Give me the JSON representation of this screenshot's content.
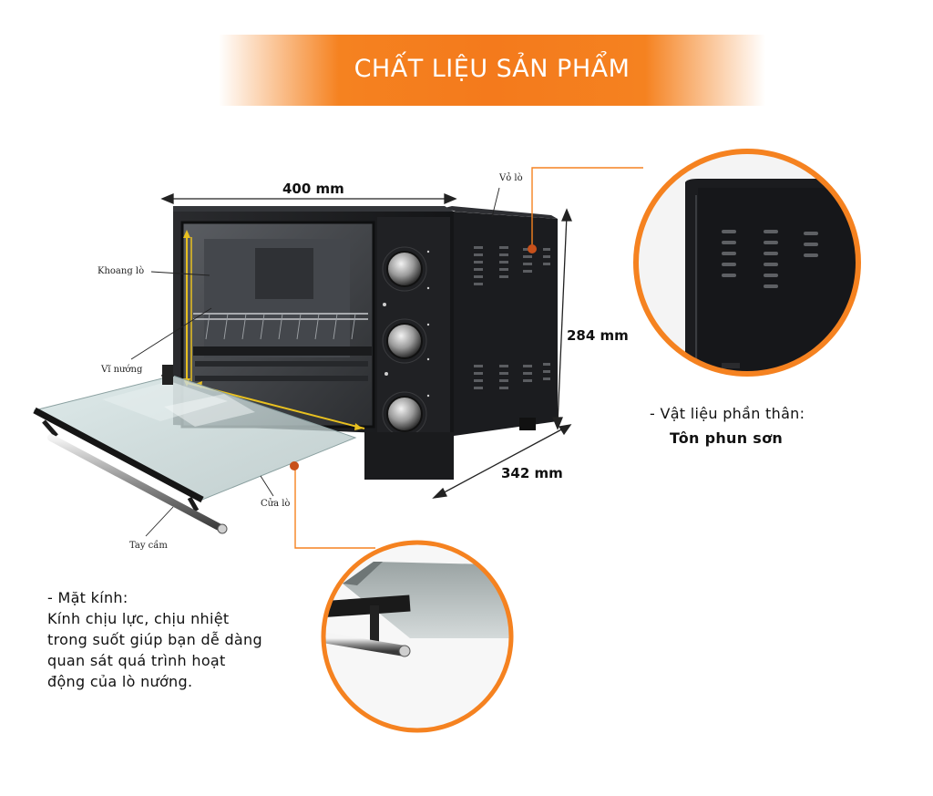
{
  "header": {
    "title": "CHẤT LIỆU SẢN PHẨM"
  },
  "dimensions": {
    "width": "400 mm",
    "height": "284 mm",
    "depth": "342 mm"
  },
  "parts": {
    "shell": "Vỏ lò",
    "cavity": "Khoang lò",
    "rack": "Vĩ nướng",
    "door": "Cửa lò",
    "handle": "Tay cầm"
  },
  "body_note": {
    "title": "- Vật liệu phần thân:",
    "value": "Tôn phun sơn"
  },
  "glass_note": {
    "title": "- Mặt kính:",
    "lines": [
      "Kính chịu lực, chịu nhiệt",
      "trong suốt giúp bạn dễ dàng",
      "quan sát quá trình hoạt",
      "động của lò nướng."
    ]
  },
  "colors": {
    "accent": "#f58220",
    "oven_body": "#1e1f22",
    "highlight": "#e8c020"
  }
}
